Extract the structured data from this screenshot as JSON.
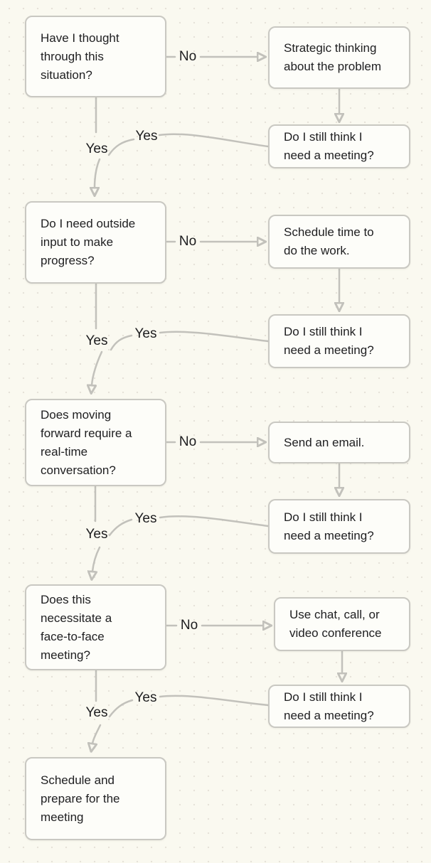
{
  "diagram": {
    "nodes": {
      "q1": "Have I thought\nthrough this\nsituation?",
      "b1": "Strategic thinking\nabout the problem",
      "c1": "Do I still think I\nneed a meeting?",
      "q2": "Do I need outside\ninput to make\nprogress?",
      "b2": "Schedule time to\ndo the work.",
      "c2": "Do I still think I\nneed a meeting?",
      "q3": "Does moving\nforward require a\nreal-time\nconversation?",
      "b3": "Send an email.",
      "c3": "Do I still think I\nneed a meeting?",
      "q4": "Does this\nnecessitate a\nface-to-face\nmeeting?",
      "b4": "Use chat, call, or\nvideo conference",
      "c4": "Do I still think I\nneed a meeting?",
      "q5": "Schedule and\nprepare for the\nmeeting"
    },
    "edge_labels": {
      "no1": "No",
      "yes1a": "Yes",
      "yes1b": "Yes",
      "no2": "No",
      "yes2a": "Yes",
      "yes2b": "Yes",
      "no3": "No",
      "yes3a": "Yes",
      "yes3b": "Yes",
      "no4": "No",
      "yes4a": "Yes",
      "yes4b": "Yes"
    },
    "colors": {
      "background": "#FAF9F0",
      "grid_dot": "#E6E2D9",
      "node_fill": "#FDFDF9",
      "node_border": "#C9C8C2",
      "connector": "#C2C1BB",
      "text": "#202022"
    }
  }
}
